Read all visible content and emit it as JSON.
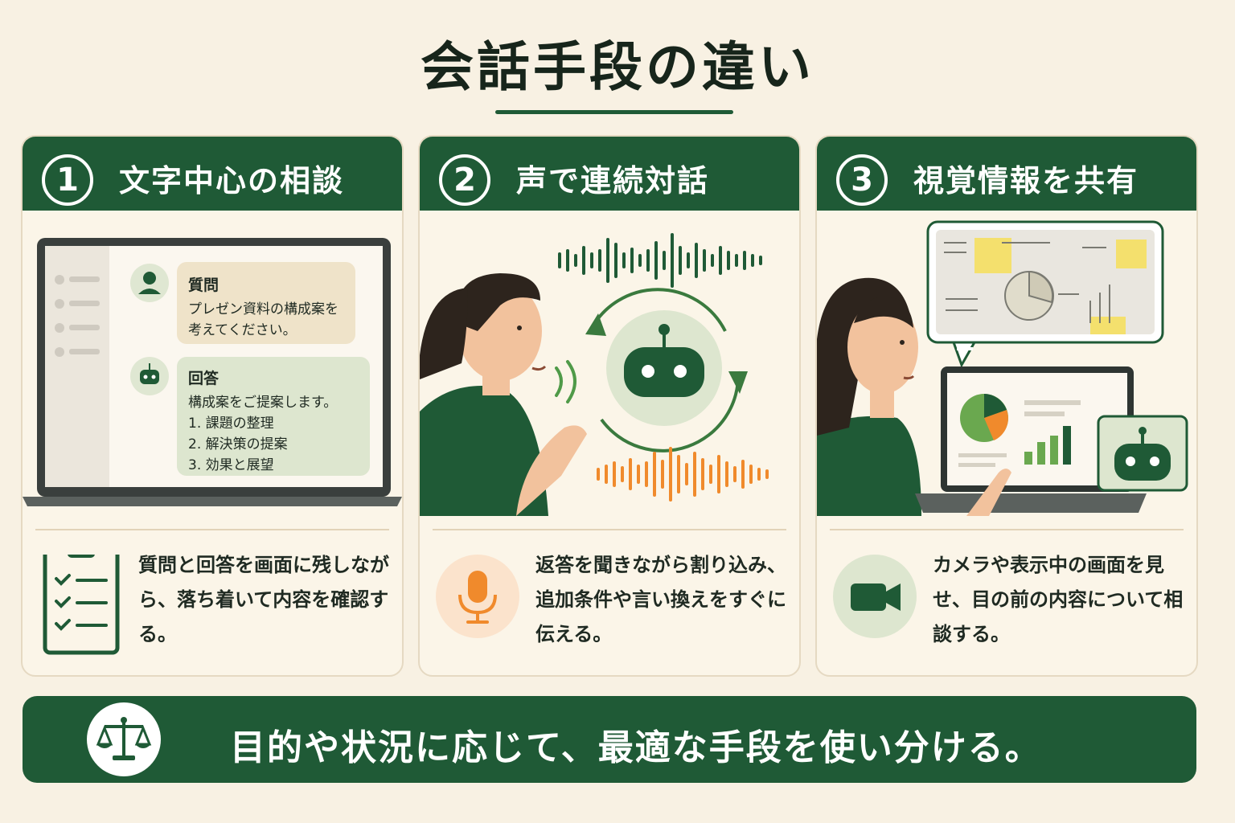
{
  "title": "会話手段の違い",
  "cards": [
    {
      "number": "1",
      "heading": "文字中心の相談",
      "chat": {
        "question_label": "質問",
        "question_lines": [
          "プレゼン資料の構成案を",
          "考えてください。"
        ],
        "answer_label": "回答",
        "answer_lines": [
          "構成案をご提案します。",
          "1. 課題の整理",
          "2. 解決策の提案",
          "3. 効果と展望"
        ]
      },
      "icon": "clipboard-checklist-icon",
      "description": "質問と回答を画面に残しながら、落ち着いて内容を確認する。"
    },
    {
      "number": "2",
      "heading": "声で連続対話",
      "icon": "microphone-icon",
      "description": "返答を聞きながら割り込み、追加条件や言い換えをすぐに伝える。"
    },
    {
      "number": "3",
      "heading": "視覚情報を共有",
      "icon": "video-camera-icon",
      "description": "カメラや表示中の画面を見せ、目の前の内容について相談する。"
    }
  ],
  "bottom": {
    "icon": "balance-scale-icon",
    "text": "目的や状況に応じて、最適な手段を使い分ける。"
  },
  "colors": {
    "primary_green": "#1f5a36",
    "background": "#f8f1e3",
    "accent_orange": "#f08a2c",
    "light_green": "#dde6cf"
  }
}
